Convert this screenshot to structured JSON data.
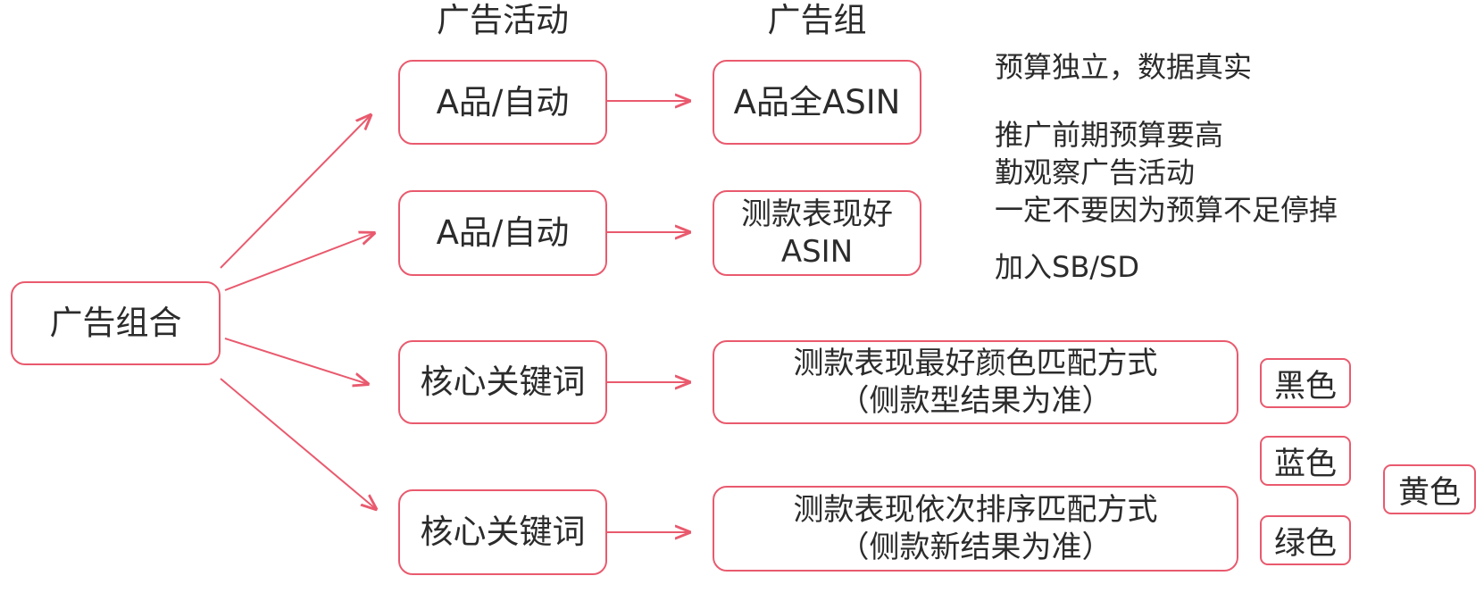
{
  "headers": {
    "campaign": "广告活动",
    "adgroup": "广告组"
  },
  "root": {
    "label": "广告组合"
  },
  "campaigns": [
    {
      "label": "A品/自动"
    },
    {
      "label": "A品/自动"
    },
    {
      "label": "核心关键词"
    },
    {
      "label": "核心关键词"
    }
  ],
  "adgroups": [
    {
      "line1": "A品全ASIN"
    },
    {
      "line1": "测款表现好",
      "line2": "ASIN"
    },
    {
      "line1": "测款表现最好颜色匹配方式",
      "line2": "（侧款型结果为准）"
    },
    {
      "line1": "测款表现依次排序匹配方式",
      "line2": "（侧款新结果为准）"
    }
  ],
  "colors": [
    {
      "label": "黑色"
    },
    {
      "label": "蓝色"
    },
    {
      "label": "绿色"
    },
    {
      "label": "黄色"
    }
  ],
  "notes": {
    "line1": "预算独立，数据真实",
    "line2": "推广前期预算要高",
    "line3": "勤观察广告活动",
    "line4": "一定不要因为预算不足停掉",
    "line5": "加入SB/SD"
  },
  "style": {
    "accent": "#e95a6e",
    "text": "#2b2b2b"
  }
}
